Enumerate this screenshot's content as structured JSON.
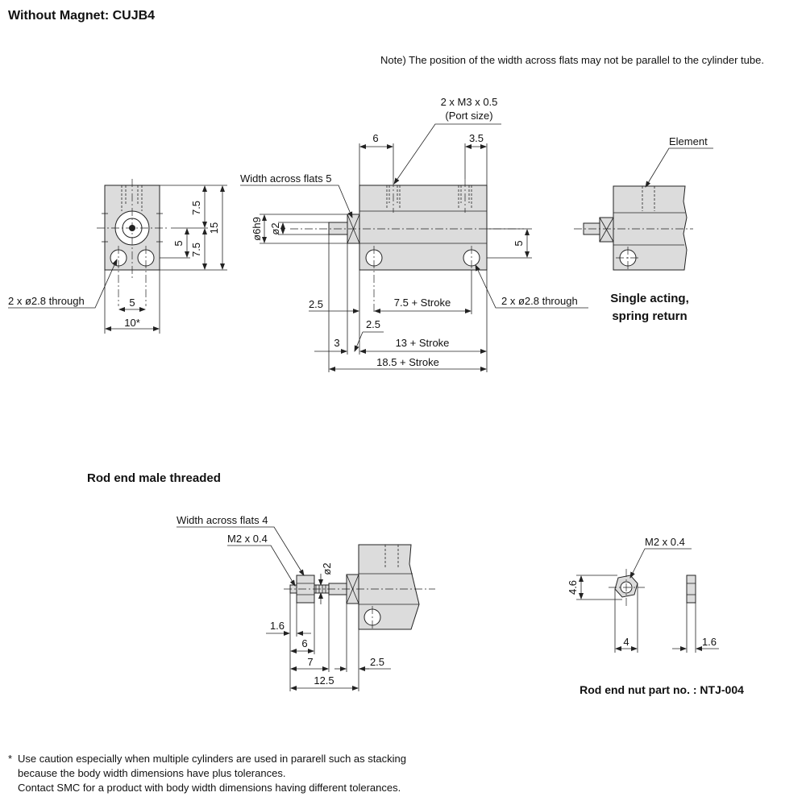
{
  "title": "Without Magnet: CUJB4",
  "note": "Note) The position of the width across flats may not be parallel to the cylinder tube.",
  "end_view": {
    "dim_7_5_top": "7.5",
    "dim_15": "15",
    "dim_5": "5",
    "dim_7_5_bottom": "7.5",
    "holes_label": "2 x ø2.8 through",
    "dim_5_bottom": "5",
    "dim_10": "10*"
  },
  "side_view": {
    "port_label": "2 x M3 x 0.5",
    "port_sub": "(Port size)",
    "dim_6": "6",
    "dim_3_5": "3.5",
    "flats_label": "Width across flats 5",
    "dim_phi6h9": "ø6h9",
    "dim_phi2": "ø2",
    "dim_5": "5",
    "dim_2_5_a": "2.5",
    "dim_7_5_stroke": "7.5 + Stroke",
    "holes_label": "2 x ø2.8 through",
    "dim_2_5_b": "2.5",
    "dim_3": "3",
    "dim_13_stroke": "13 + Stroke",
    "dim_18_5_stroke": "18.5 + Stroke"
  },
  "element_view": {
    "label": "Element",
    "caption_line1": "Single acting,",
    "caption_line2": "spring return"
  },
  "rod_end": {
    "title": "Rod end male threaded",
    "flats_label": "Width across flats 4",
    "thread_label": "M2 x 0.4",
    "dim_phi2": "ø2",
    "dim_1_6": "1.6",
    "dim_6": "6",
    "dim_7": "7",
    "dim_2_5": "2.5",
    "dim_12_5": "12.5"
  },
  "nut": {
    "thread_label": "M2 x 0.4",
    "dim_4_6": "4.6",
    "dim_4": "4",
    "dim_1_6": "1.6",
    "caption": "Rod end nut part no. : NTJ-004"
  },
  "footnote": {
    "mark": "*",
    "line1": "Use caution especially when multiple cylinders are used in pararell such as stacking",
    "line2": "because the body width dimensions have plus tolerances.",
    "line3": "Contact SMC for a product with body width dimensions having different tolerances."
  }
}
